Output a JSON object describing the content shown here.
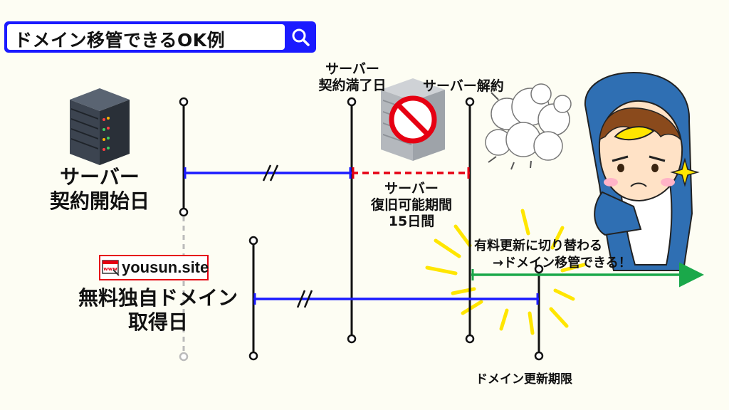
{
  "header": {
    "title": "ドメイン移管できるOK例",
    "search_icon": "search-icon"
  },
  "server_timeline": {
    "start_label_line1": "サーバー",
    "start_label_line2": "契約開始日",
    "expiry_label_line1": "サーバー",
    "expiry_label_line2": "契約満了日",
    "cancel_label": "サーバー解約",
    "recovery_line1": "サーバー",
    "recovery_line2": "復旧可能期間",
    "recovery_line3": "15日間"
  },
  "domain_timeline": {
    "site_name": "yousun.site",
    "site_icon": "www-icon",
    "acquire_line1": "無料独自ドメイン",
    "acquire_line2": "取得日",
    "paid_line1": "有料更新に切り替わる",
    "paid_line2": "→ドメイン移管できる！",
    "renewal_deadline": "ドメイン更新期限"
  },
  "colors": {
    "bar_blue": "#1a1aff",
    "dashed_red": "#e60012",
    "arrow_green": "#1aa84a",
    "spark_yellow": "#ffe600"
  }
}
